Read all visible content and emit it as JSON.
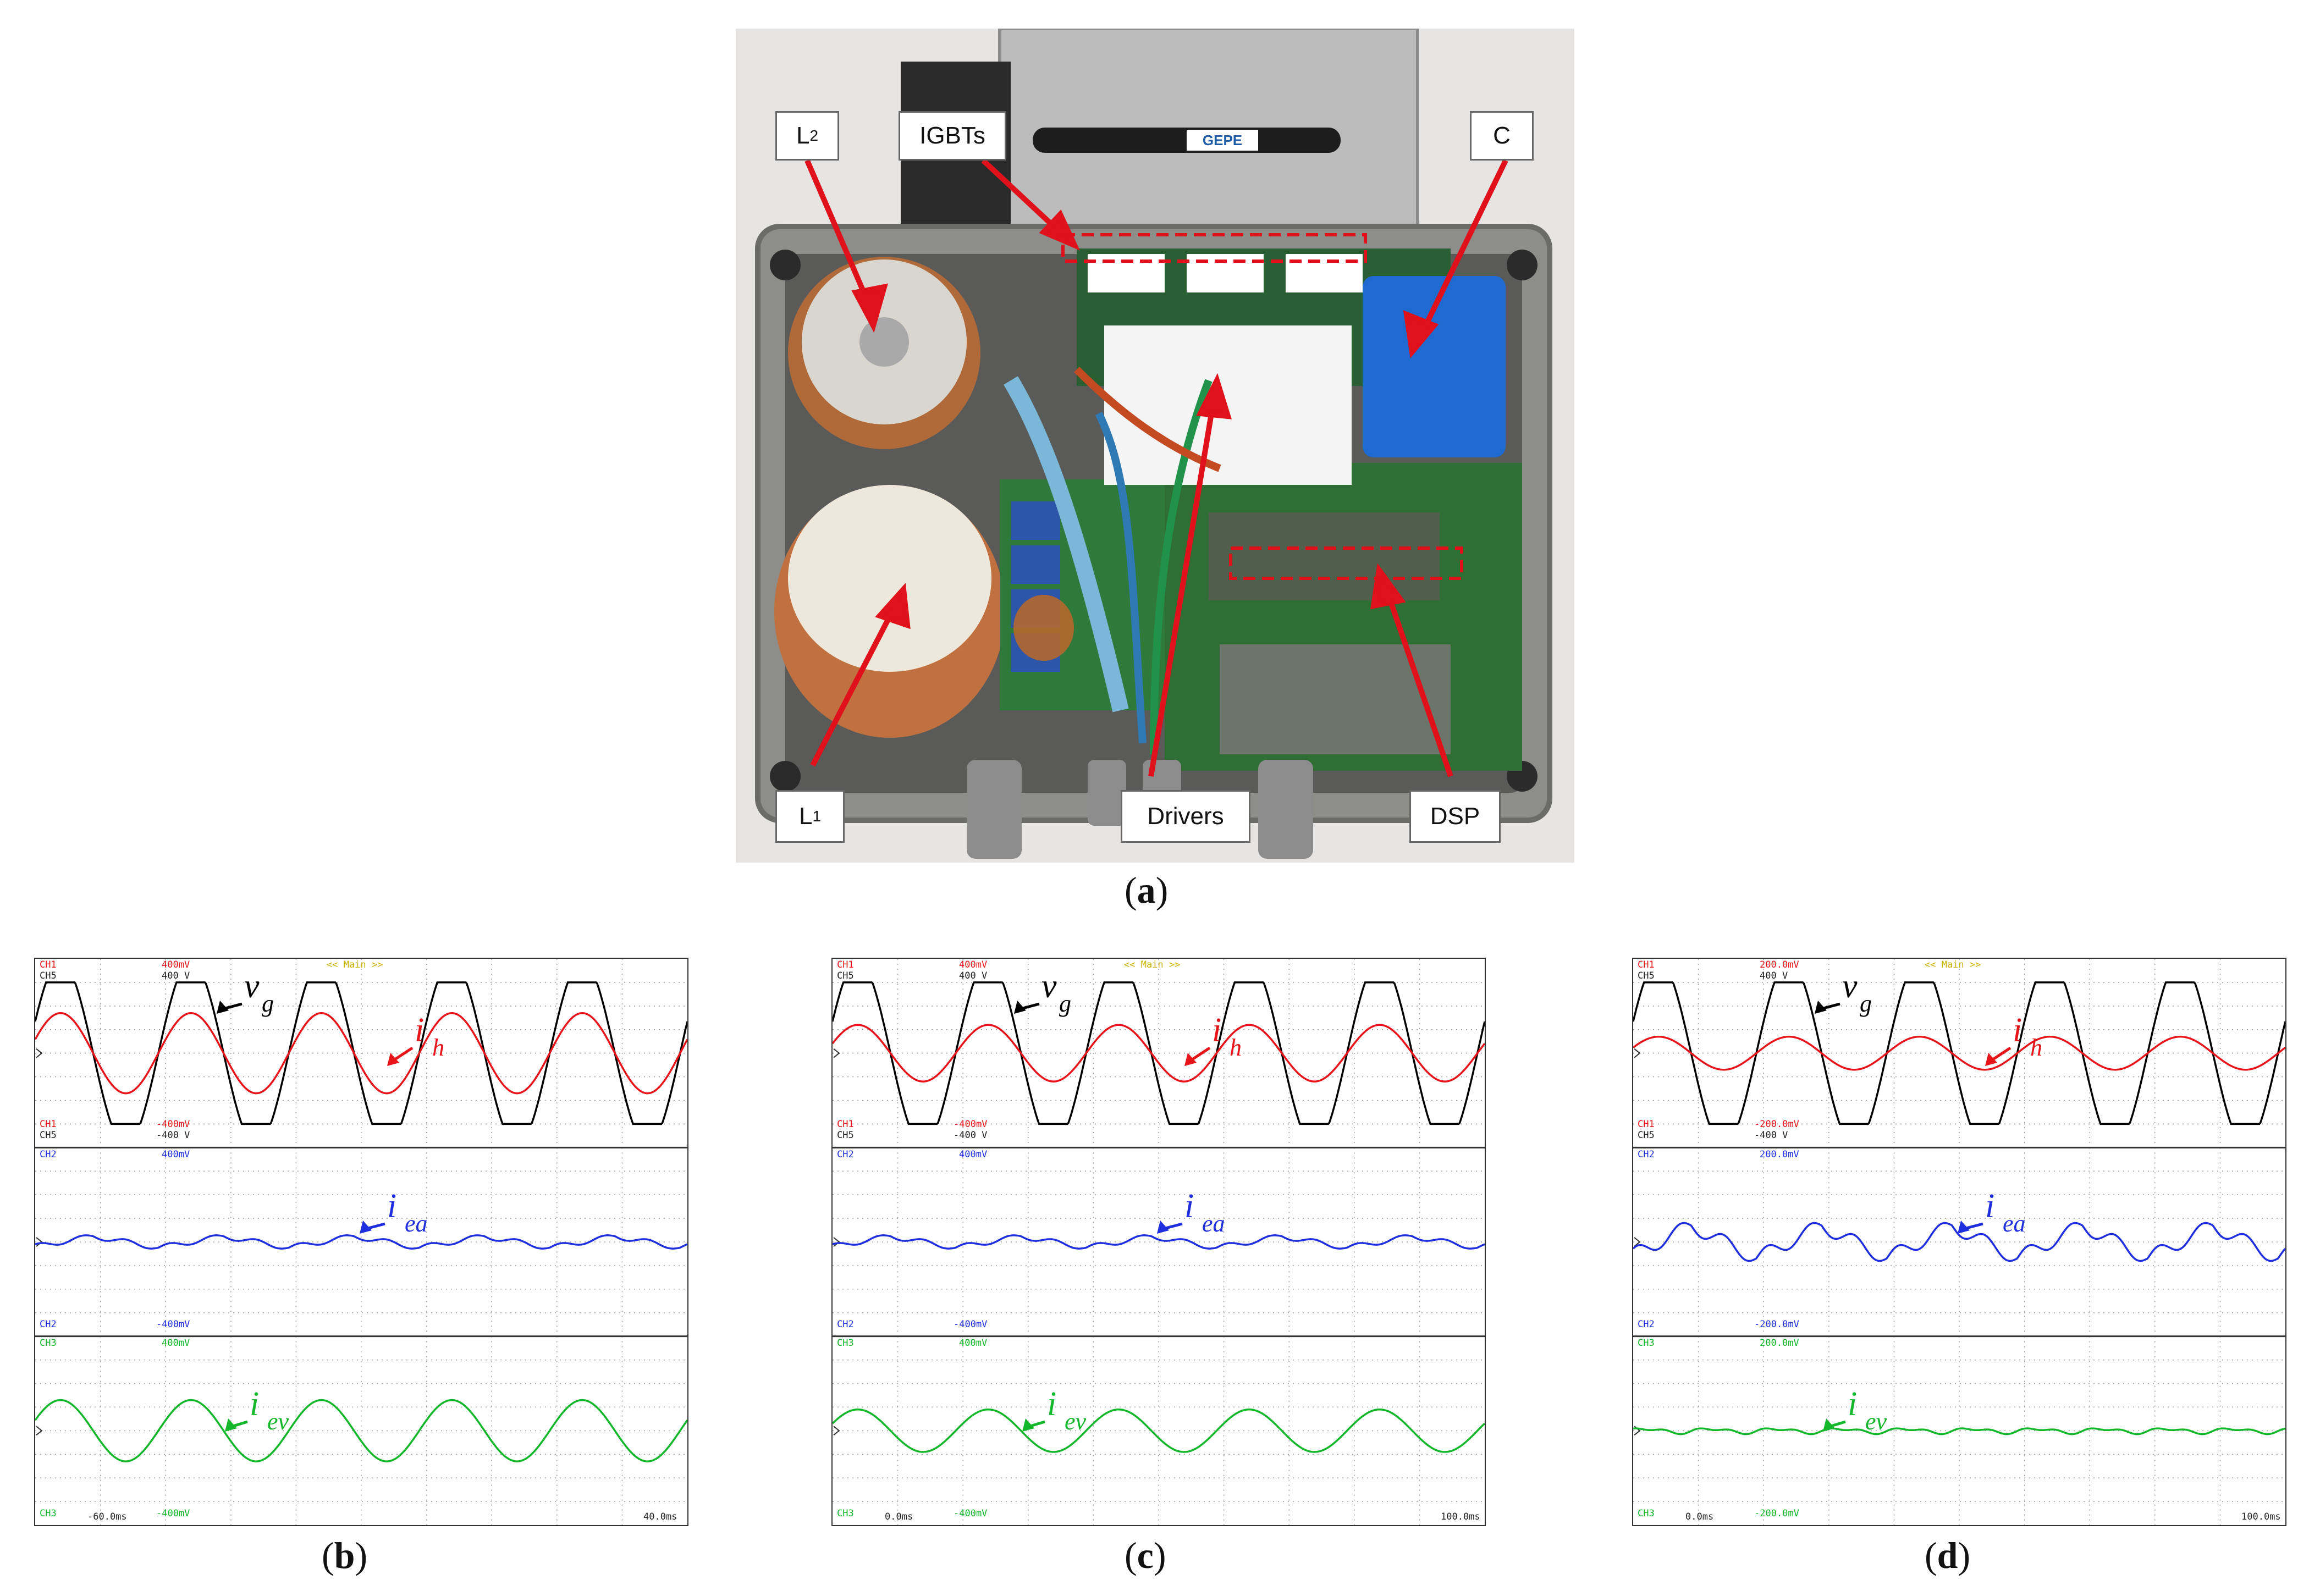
{
  "figure": {
    "photo": {
      "labels": {
        "l2": {
          "base": "L",
          "sub": "2"
        },
        "igbts": "IGBTs",
        "c": "C",
        "l1": {
          "base": "L",
          "sub": "1"
        },
        "drivers": "Drivers",
        "dsp": "DSP",
        "pen_brand": "GEPE"
      }
    },
    "captions": {
      "a": {
        "open": "(",
        "letter": "a",
        "close": ")"
      },
      "b": {
        "open": "(",
        "letter": "b",
        "close": ")"
      },
      "c": {
        "open": "(",
        "letter": "c",
        "close": ")"
      },
      "d": {
        "open": "(",
        "letter": "d",
        "close": ")"
      }
    },
    "colors": {
      "vg": "#000000",
      "ih": "#e8141a",
      "iea": "#1f2fe0",
      "iev": "#13b82a",
      "arrow": "#e0111a"
    }
  },
  "chart_data": [
    {
      "type": "line",
      "panel": "b",
      "main_label": "<< Main >>",
      "time_axis": {
        "start": "-60.0ms",
        "end": "40.0ms"
      },
      "grid": true,
      "channels": [
        {
          "id": "CH1",
          "top": "400mV",
          "bottom": "-400mV"
        },
        {
          "id": "CH5",
          "top": "400 V",
          "bottom": "-400 V"
        },
        {
          "id": "CH2",
          "top": "400mV",
          "bottom": "-400mV"
        },
        {
          "id": "CH3",
          "top": "400mV",
          "bottom": "-400mV"
        }
      ],
      "series": [
        {
          "name": "v",
          "sub": "g",
          "channel": "CH5",
          "cycles": 5,
          "amplitude_divs": 3.0,
          "shape": "flat-top sine"
        },
        {
          "name": "i",
          "sub": "h",
          "channel": "CH1",
          "cycles": 5,
          "amplitude_divs": 1.7,
          "shape": "sine"
        },
        {
          "name": "i",
          "sub": "ea",
          "channel": "CH2",
          "cycles": 5,
          "amplitude_divs": 0.35,
          "shape": "triangular ripple"
        },
        {
          "name": "i",
          "sub": "ev",
          "channel": "CH3",
          "cycles": 5,
          "amplitude_divs": 1.3,
          "shape": "sine"
        }
      ]
    },
    {
      "type": "line",
      "panel": "c",
      "main_label": "<< Main >>",
      "time_axis": {
        "start": "0.0ms",
        "end": "100.0ms"
      },
      "grid": true,
      "channels": [
        {
          "id": "CH1",
          "top": "400mV",
          "bottom": "-400mV"
        },
        {
          "id": "CH5",
          "top": "400 V",
          "bottom": "-400 V"
        },
        {
          "id": "CH2",
          "top": "400mV",
          "bottom": "-400mV"
        },
        {
          "id": "CH3",
          "top": "400mV",
          "bottom": "-400mV"
        }
      ],
      "series": [
        {
          "name": "v",
          "sub": "g",
          "channel": "CH5",
          "cycles": 5,
          "amplitude_divs": 3.0,
          "shape": "flat-top sine"
        },
        {
          "name": "i",
          "sub": "h",
          "channel": "CH1",
          "cycles": 5,
          "amplitude_divs": 1.2,
          "shape": "sine"
        },
        {
          "name": "i",
          "sub": "ea",
          "channel": "CH2",
          "cycles": 5,
          "amplitude_divs": 0.35,
          "shape": "triangular ripple"
        },
        {
          "name": "i",
          "sub": "ev",
          "channel": "CH3",
          "cycles": 5,
          "amplitude_divs": 0.9,
          "shape": "sine"
        }
      ]
    },
    {
      "type": "line",
      "panel": "d",
      "main_label": "<< Main >>",
      "time_axis": {
        "start": "0.0ms",
        "end": "100.0ms"
      },
      "grid": true,
      "channels": [
        {
          "id": "CH1",
          "top": "200.0mV",
          "bottom": "-200.0mV"
        },
        {
          "id": "CH5",
          "top": "400 V",
          "bottom": "-400 V"
        },
        {
          "id": "CH2",
          "top": "200.0mV",
          "bottom": "-200.0mV"
        },
        {
          "id": "CH3",
          "top": "200.0mV",
          "bottom": "-200.0mV"
        }
      ],
      "series": [
        {
          "name": "v",
          "sub": "g",
          "channel": "CH5",
          "cycles": 5,
          "amplitude_divs": 3.0,
          "shape": "flat-top sine"
        },
        {
          "name": "i",
          "sub": "h",
          "channel": "CH1",
          "cycles": 5,
          "amplitude_divs": 0.7,
          "shape": "sine"
        },
        {
          "name": "i",
          "sub": "ea",
          "channel": "CH2",
          "cycles": 5,
          "amplitude_divs": 1.0,
          "shape": "triangular ripple"
        },
        {
          "name": "i",
          "sub": "ev",
          "channel": "CH3",
          "cycles": 10,
          "amplitude_divs": 0.15,
          "shape": "ripple"
        }
      ]
    }
  ]
}
